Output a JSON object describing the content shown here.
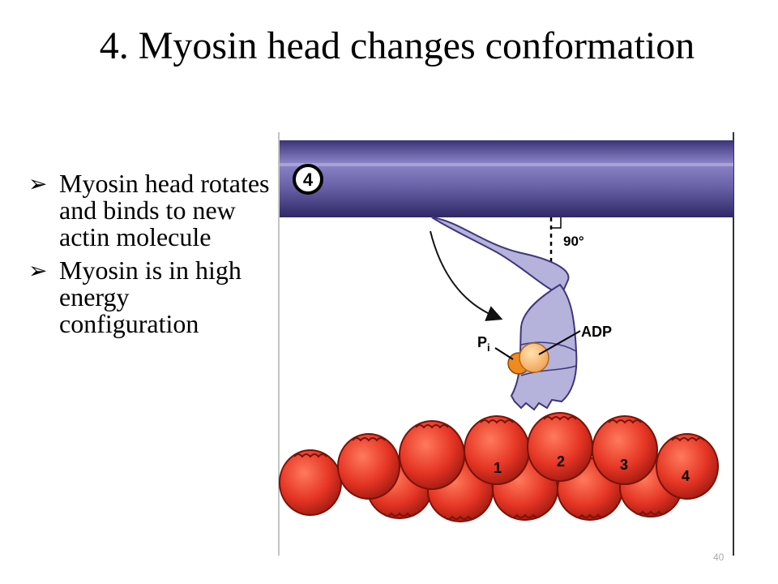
{
  "slide": {
    "title": "4. Myosin head changes conformation",
    "bullets": [
      {
        "marker": "➢",
        "text": "Myosin head rotates and binds to new actin molecule"
      },
      {
        "marker": "➢",
        "text": "Myosin is in high energy configuration"
      }
    ],
    "page_number": "40"
  },
  "figure": {
    "step_number": "4",
    "angle_label": "90°",
    "adp_label": "ADP",
    "pi_label": "P",
    "pi_subscript": "i",
    "actin_labels": [
      "1",
      "2",
      "3",
      "4"
    ],
    "colors": {
      "filament": "#6a62a8",
      "myosin_head": "#b5b2dc",
      "actin": "#e53524",
      "adp": "#f8c07a",
      "pi": "#ee8a1e"
    }
  }
}
